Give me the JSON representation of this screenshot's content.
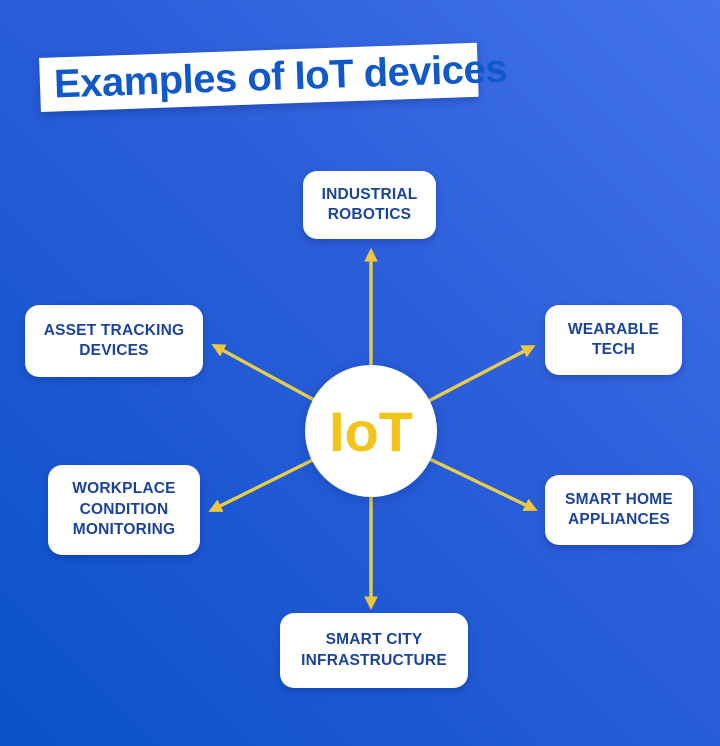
{
  "title": "Examples of IoT devices",
  "center": {
    "label": "IoT"
  },
  "nodes": [
    {
      "id": "industrial-robotics",
      "label": "INDUSTRIAL\nROBOTICS"
    },
    {
      "id": "wearable-tech",
      "label": "WEARABLE\nTECH"
    },
    {
      "id": "smart-home-appliances",
      "label": "SMART HOME\nAPPLIANCES"
    },
    {
      "id": "smart-city-infrastructure",
      "label": "SMART CITY\nINFRASTRUCTURE"
    },
    {
      "id": "workplace-condition-monitoring",
      "label": "WORKPLACE\nCONDITION\nMONITORING"
    },
    {
      "id": "asset-tracking-devices",
      "label": "ASSET TRACKING\nDEVICES"
    }
  ],
  "colors": {
    "background_start": "#0a52ca",
    "background_mid": "#2b5dd9",
    "background_end": "#4273eb",
    "banner_bg": "#ffffff",
    "title_text": "#1159c9",
    "node_bg": "#ffffff",
    "node_text": "#1a439a",
    "center_bg": "#ffffff",
    "center_text": "#f2c51d",
    "arrow": "#e6cd4b",
    "arrow_head": "#edc63d"
  }
}
